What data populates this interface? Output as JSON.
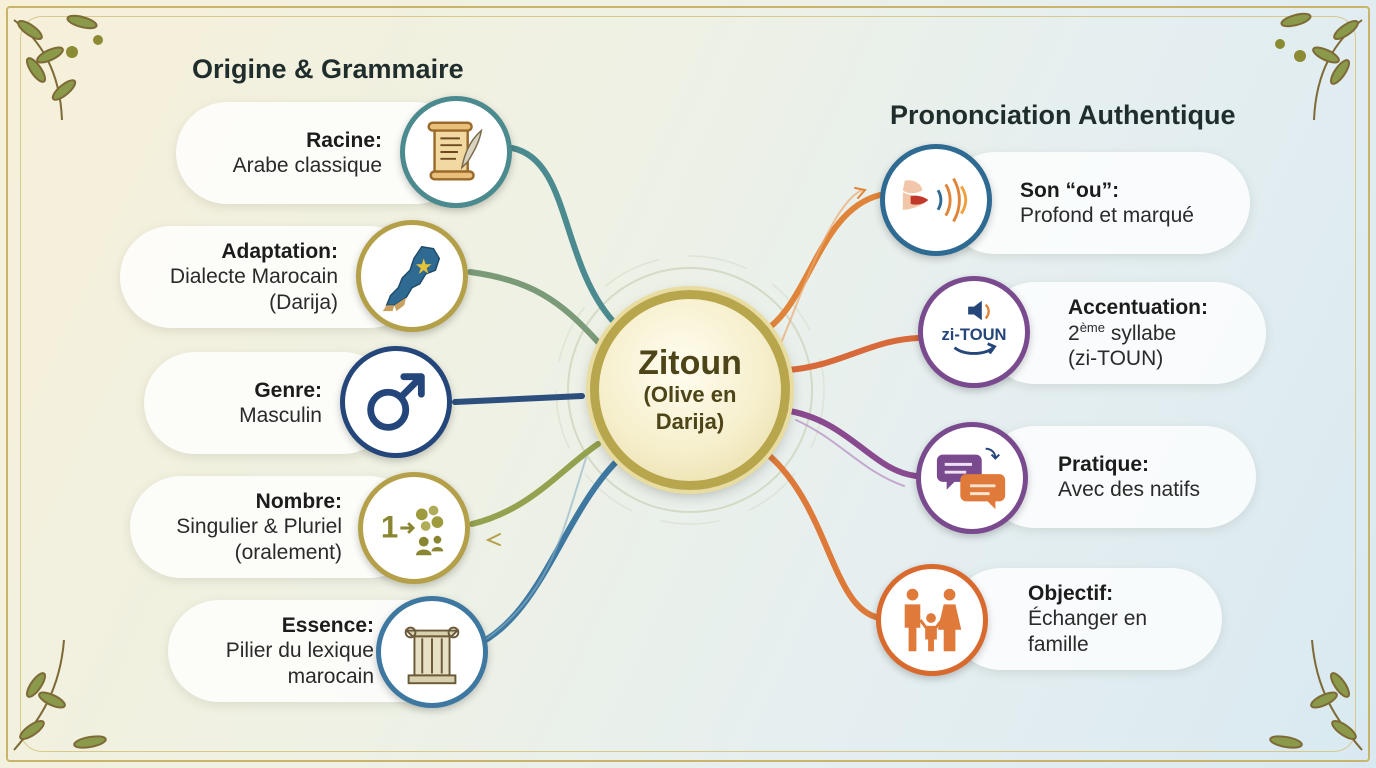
{
  "center": {
    "title": "Zitoun",
    "subtitle_line1": "(Olive en",
    "subtitle_line2": "Darija)"
  },
  "left_section": {
    "title": "Origine & Grammaire",
    "items": [
      {
        "label": "Racine:",
        "line1": "Arabe classique",
        "line2": "",
        "icon": "scroll-quill-icon"
      },
      {
        "label": "Adaptation:",
        "line1": "Dialecte Marocain",
        "line2": "(Darija)",
        "icon": "morocco-map-icon"
      },
      {
        "label": "Genre:",
        "line1": "Masculin",
        "line2": "",
        "icon": "male-symbol-icon"
      },
      {
        "label": "Nombre:",
        "line1": "Singulier & Pluriel",
        "line2": "(oralement)",
        "icon": "one-to-many-icon"
      },
      {
        "label": "Essence:",
        "line1": "Pilier du lexique",
        "line2": "marocain",
        "icon": "pillar-icon"
      }
    ]
  },
  "right_section": {
    "title": "Prononciation Authentique",
    "items": [
      {
        "label": "Son “ou”:",
        "line1": "Profond et marqué",
        "line2": "",
        "icon": "mouth-sound-icon"
      },
      {
        "label": "Accentuation:",
        "line1_main": "2",
        "line1_sup": "ème",
        "line1_rest": " syllabe",
        "line2": "(zi-TOUN)",
        "icon": "speaker-syllable-icon",
        "badge_text": "zi-TOUN"
      },
      {
        "label": "Pratique:",
        "line1": "Avec des natifs",
        "line2": "",
        "icon": "chat-bubbles-icon"
      },
      {
        "label": "Objectif:",
        "line1": "Échanger en",
        "line2": "famille",
        "icon": "family-icon"
      }
    ]
  },
  "colors": {
    "teal": "#3f7f86",
    "gold": "#b5a04a",
    "navy": "#24467a",
    "olive": "#9e9a3e",
    "blue": "#2f6a93",
    "orange": "#e07a3a",
    "purple": "#7a4a8f",
    "dark_orange": "#d86a2e"
  }
}
